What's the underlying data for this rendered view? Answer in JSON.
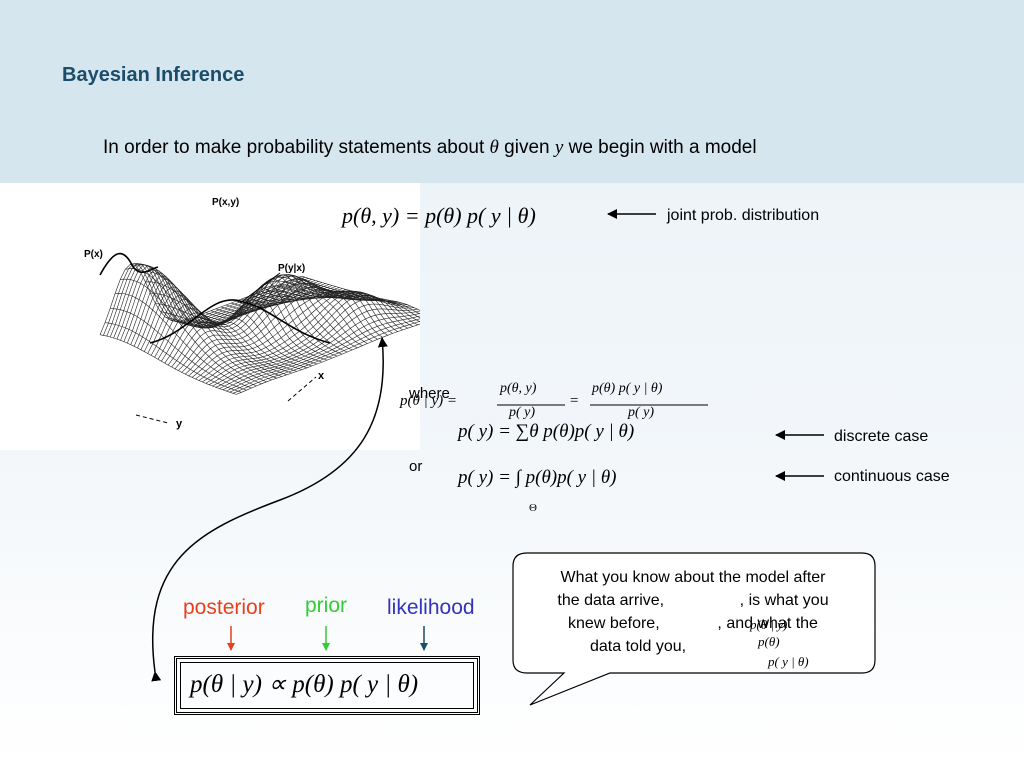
{
  "slide": {
    "title": "Bayesian Inference",
    "intro_before": "In order to make probability statements about",
    "intro_theta": "θ",
    "intro_given": "given",
    "intro_y": "y",
    "intro_after": "we begin with a model"
  },
  "figure": {
    "label_pxy": "P(x,y)",
    "label_px": "P(x)",
    "label_pyx": "P(y|x)",
    "axis_x": "x",
    "axis_y": "y"
  },
  "equations": {
    "joint": "p(θ, y) = p(θ) p( y | θ)",
    "joint_label": "joint prob. distribution",
    "where": "where",
    "bayes_lhs": "p(θ | y) =",
    "bayes_num1": "p(θ, y)",
    "bayes_den1": "p( y)",
    "bayes_eq": "=",
    "bayes_num2": "p(θ) p( y | θ)",
    "bayes_den2": "p( y)",
    "discrete": "p( y) = ∑θ p(θ)p( y | θ)",
    "discrete_label": "discrete case",
    "or": "or",
    "continuous": "p( y) = ∫ p(θ)p( y | θ)",
    "continuous_sub": "Θ",
    "continuous_label": "continuous case"
  },
  "posterior": {
    "posterior_word": "posterior",
    "prior_word": "prior",
    "likelihood_word": "likelihood",
    "formula": "p(θ | y) ∝ p(θ) p( y | θ)"
  },
  "callout": {
    "line1": "What you know about the model after",
    "line2": "the data arrive,                 , is what you",
    "line3": "knew before,             , and what the",
    "line4": "data told you,",
    "overlay1": "p(θ | y)",
    "overlay2": "p(θ)",
    "overlay3": "p( y | θ)"
  },
  "colors": {
    "title": "#1b4d6b",
    "posterior": "#e8401c",
    "prior": "#33cc33",
    "likelihood": "#3333bb",
    "likelihood_arrow": "#1b4d6b"
  }
}
